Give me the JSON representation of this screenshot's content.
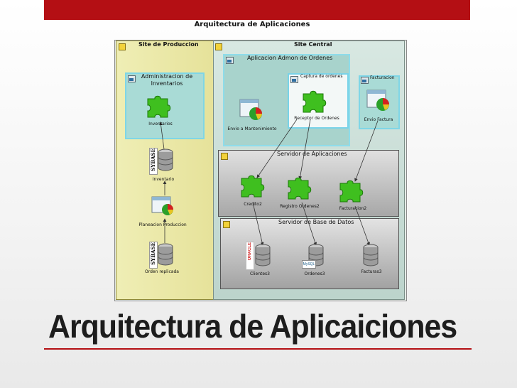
{
  "diagram_title": "Arquitectura de Aplicaciones",
  "main_title": "Arquitectura de Aplicaiciones",
  "sites": {
    "produccion": "Site de Produccion",
    "central": "Site Central"
  },
  "containers": {
    "admin_inventarios": "Administracion de Inventarios",
    "app_admon_ordenes": "Aplicacion Admon de Ordenes",
    "captura_ordenes": "Captura de ordenes",
    "facturacion": "Facturacion",
    "servidor_aplicaciones": "Servidor de Aplicaciones",
    "servidor_base_datos": "Servidor de Base de Datos"
  },
  "nodes": {
    "inventarios": "Inventarios",
    "inventario_db": "Inventario",
    "planeacion": "Planeacion Produccion",
    "orden_replicada": "Orden replicada",
    "envio_mantenimiento": "Envio a Mantenimiento",
    "receptor_ordenes": "Receptor de Ordenes",
    "envio_factura": "Envio Factura",
    "credito2": "Credito2",
    "registro_ordenes2": "Registro Ordenes2",
    "facturacion2": "Facturacion2",
    "clientes3": "Clientes3",
    "ordenes3": "Ordenes3",
    "facturas3": "Facturas3"
  },
  "logos": {
    "sybase": "SYBASE",
    "oracle": "ORACLE",
    "mysql": "MySQL"
  },
  "colors": {
    "accent_red": "#b40f14",
    "puzzle_green": "#3fbf1f",
    "site_prod_fill": "#e9e6a6",
    "site_central_fill": "#cfe2db"
  }
}
